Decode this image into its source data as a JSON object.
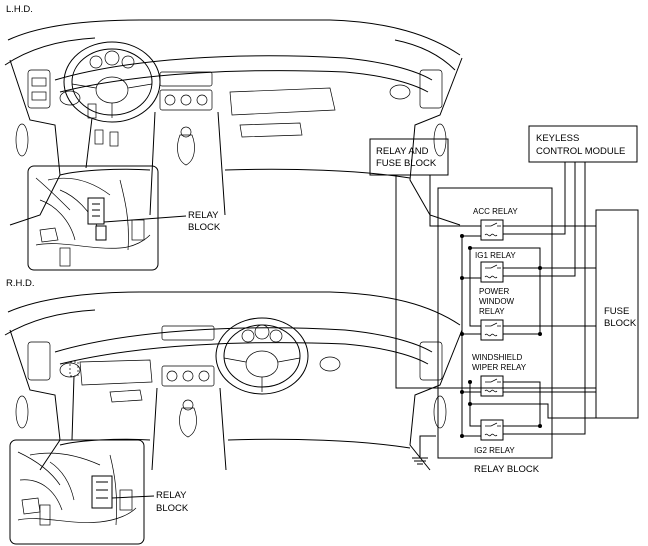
{
  "lhd": {
    "heading": "L.H.D.",
    "callout_line1": "RELAY",
    "callout_line2": "BLOCK"
  },
  "rhd": {
    "heading": "R.H.D.",
    "callout_line1": "RELAY",
    "callout_line2": "BLOCK"
  },
  "schematic": {
    "relay_fuse_block_line1": "RELAY AND",
    "relay_fuse_block_line2": "FUSE BLOCK",
    "keyless_line1": "KEYLESS",
    "keyless_line2": "CONTROL MODULE",
    "acc_relay": "ACC RELAY",
    "ig1_relay": "IG1 RELAY",
    "power_window_line1": "POWER",
    "power_window_line2": "WINDOW",
    "power_window_line3": "RELAY",
    "windshield_line1": "WINDSHIELD",
    "windshield_line2": "WIPER RELAY",
    "ig2_relay": "IG2 RELAY",
    "relay_block": "RELAY BLOCK",
    "fuse_block_line1": "FUSE",
    "fuse_block_line2": "BLOCK"
  }
}
